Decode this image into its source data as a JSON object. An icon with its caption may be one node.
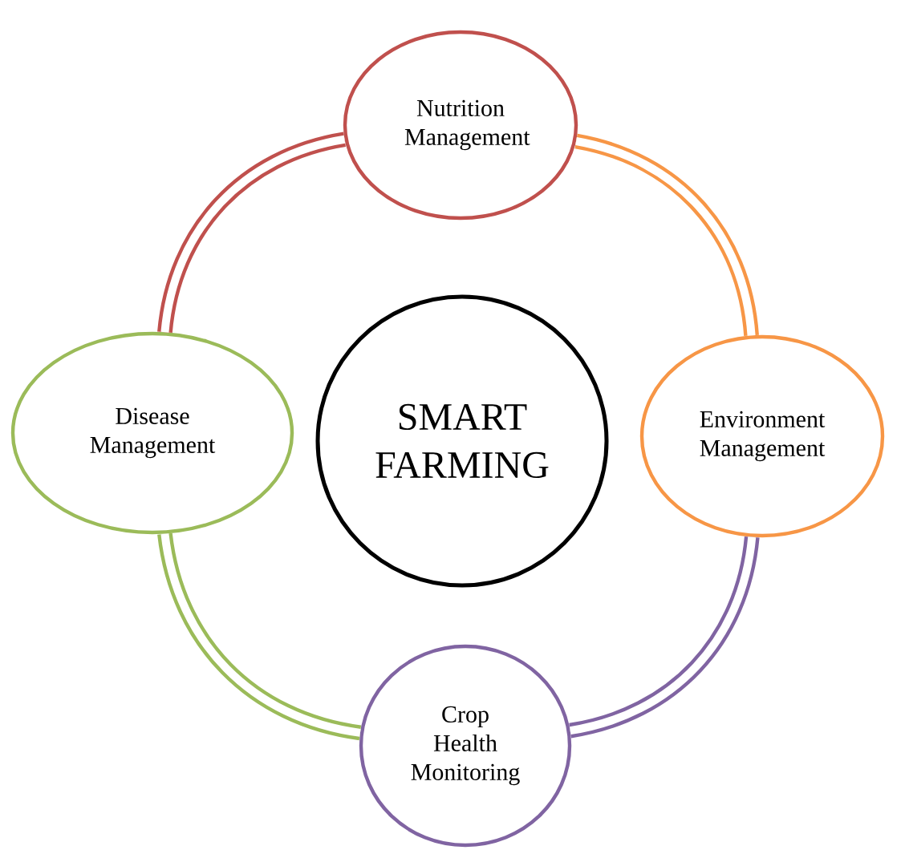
{
  "diagram": {
    "nodes": [
      {
        "text": [
          "Nutrition Management"
        ]
      },
      {
        "text": [
          "Disease Management"
        ]
      },
      {
        "text": [
          "SMART FARMING"
        ]
      },
      {
        "text": [
          "Environment Management"
        ]
      },
      {
        "text": [
          "Crop Health Monitoring"
        ]
      }
    ],
    "edges": [
      {
        "from": 0,
        "to": 1,
        "arrow": "none",
        "color": "#c0504d"
      },
      {
        "from": 1,
        "to": 4,
        "arrow": "none",
        "color": "#9bbb59"
      },
      {
        "from": 4,
        "to": 3,
        "arrow": "none",
        "color": "#8064a2"
      },
      {
        "from": 3,
        "to": 0,
        "arrow": "none",
        "color": "#f79646"
      }
    ]
  }
}
